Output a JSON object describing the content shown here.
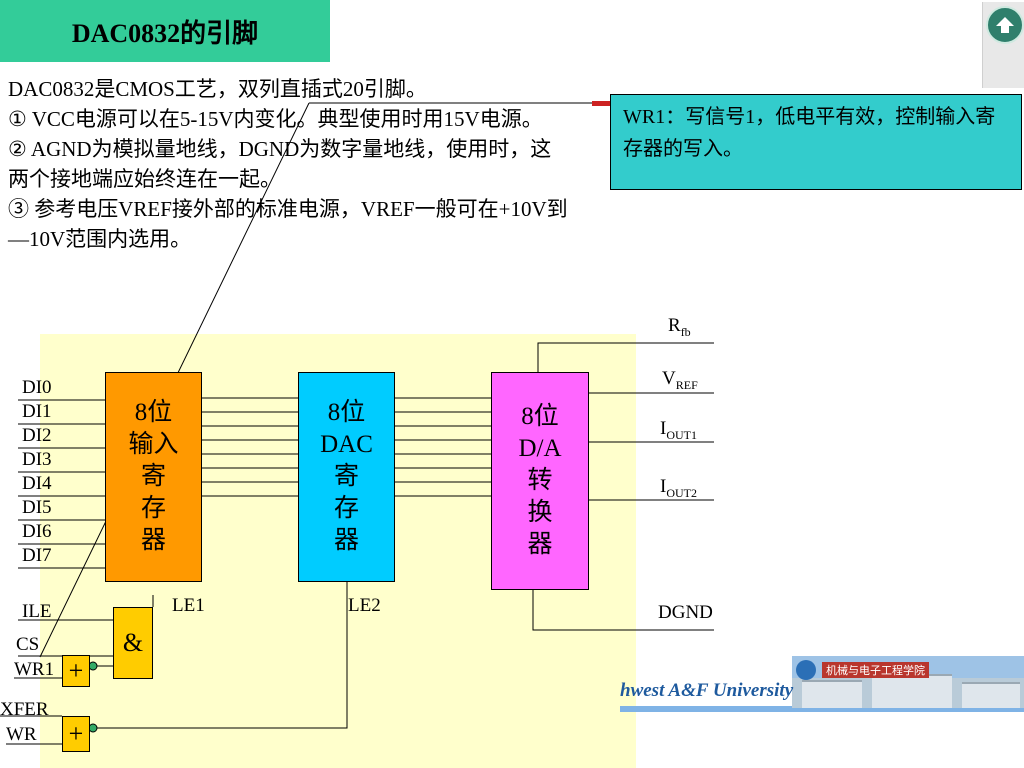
{
  "title": "DAC0832的引脚",
  "intro_lines": [
    "DAC0832是CMOS工艺，双列直插式20引脚。",
    "① VCC电源可以在5-15V内变化。典型使用时用15V电源。",
    "② AGND为模拟量地线，DGND为数字量地线，使用时，这两个接地端应始终连在一起。",
    "③ 参考电压VREF接外部的标准电源，VREF一般可在+10V到—10V范围内选用。"
  ],
  "callout": "WR1：写信号1，低电平有效，控制输入寄存器的写入。",
  "blocks": {
    "input_register": [
      "8位",
      "输入",
      "寄",
      "存",
      "器"
    ],
    "dac_register": [
      "8位",
      "DAC",
      "寄",
      "存",
      "器"
    ],
    "da_converter": [
      "8位",
      "D/A",
      "转",
      "换",
      "器"
    ]
  },
  "data_pins": [
    "DI0",
    "DI1",
    "DI2",
    "DI3",
    "DI4",
    "DI5",
    "DI6",
    "DI7"
  ],
  "control_pins": {
    "ile": "ILE",
    "cs": "CS",
    "wr1": "WR1",
    "xfer": "XFER",
    "wr": "WR"
  },
  "latch_labels": {
    "le1": "LE1",
    "le2": "LE2"
  },
  "output_pins": {
    "rfb": {
      "main": "R",
      "sub": "fb"
    },
    "vref": {
      "main": "V",
      "sub": "REF"
    },
    "iout1": {
      "main": "I",
      "sub": "OUT1"
    },
    "iout2": {
      "main": "I",
      "sub": "OUT2"
    },
    "dgnd": "DGND"
  },
  "gates": {
    "and": "&",
    "or1": "+",
    "or2": "+"
  },
  "footer": {
    "university": "hwest A&F University",
    "school": "机械与电子工程学院"
  },
  "colors": {
    "title_bg": "#33cc99",
    "callout_bg": "#33cccc",
    "input_register": "#ff9900",
    "dac_register": "#00ccff",
    "da_converter": "#ff66ff",
    "diagram_bg": "#ffffcc",
    "gate": "#ffcc00"
  },
  "icons": {
    "home": "home-icon"
  }
}
